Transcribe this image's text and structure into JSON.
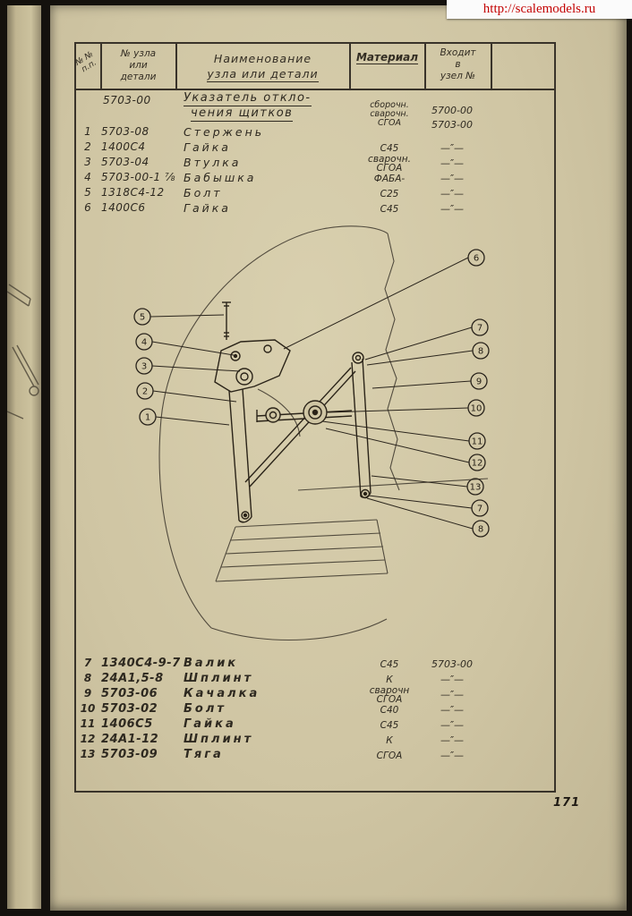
{
  "watermark": {
    "url": "http://scalemodels.ru"
  },
  "page": {
    "number": "171"
  },
  "table": {
    "headers": {
      "index": [
        "№ №",
        "п.п."
      ],
      "part": [
        "№ узла",
        "или",
        "детали"
      ],
      "name": [
        "Наименование",
        "узла или детали"
      ],
      "material": "Материал",
      "assembly": [
        "Входит",
        "в",
        "узел №"
      ]
    },
    "title_row": {
      "part": "5703-00",
      "name": [
        "Указатель откло-",
        "чения щитков"
      ],
      "material": [
        "сборочн.",
        "сварочн.",
        "СГОА"
      ],
      "assembly": [
        "5700-00",
        "5703-00"
      ]
    },
    "rows_top": [
      {
        "num": "1",
        "part": "5703-08",
        "name": "Стержень",
        "mat1": "",
        "mat2": "",
        "asm": ""
      },
      {
        "num": "2",
        "part": "1400С4",
        "name": "Гайка",
        "mat1": "С45",
        "mat2": "",
        "asm": "—″—"
      },
      {
        "num": "3",
        "part": "5703-04",
        "name": "Втулка",
        "mat1": "сварочн.",
        "mat2": "СГОА",
        "asm": "—″—"
      },
      {
        "num": "4",
        "part": "5703-00-1 ⅞",
        "name": "Бабышка",
        "mat1": "ФАБА-",
        "mat2": "",
        "asm": "—″—"
      },
      {
        "num": "5",
        "part": "1318С4-12",
        "name": "Болт",
        "mat1": "С25",
        "mat2": "",
        "asm": "—″—"
      },
      {
        "num": "6",
        "part": "1400С6",
        "name": "Гайка",
        "mat1": "С45",
        "mat2": "",
        "asm": "—″—"
      }
    ],
    "rows_bottom": [
      {
        "num": "7",
        "part": "1340С4-9-7",
        "name": "Валик",
        "mat1": "С45",
        "mat2": "",
        "asm": "5703-00"
      },
      {
        "num": "8",
        "part": "24А1,5-8",
        "name": "Шплинт",
        "mat1": "К",
        "mat2": "",
        "asm": "—″—"
      },
      {
        "num": "9",
        "part": "5703-06",
        "name": "Качалка",
        "mat1": "сварочн",
        "mat2": "СГОА",
        "asm": "—″—"
      },
      {
        "num": "10",
        "part": "5703-02",
        "name": "Болт",
        "mat1": "С40",
        "mat2": "",
        "asm": "—″—"
      },
      {
        "num": "11",
        "part": "1406С5",
        "name": "Гайка",
        "mat1": "С45",
        "mat2": "",
        "asm": "—″—"
      },
      {
        "num": "12",
        "part": "24А1-12",
        "name": "Шплинт",
        "mat1": "К",
        "mat2": "",
        "asm": "—″—"
      },
      {
        "num": "13",
        "part": "5703-09",
        "name": "Тяга",
        "mat1": "СГОА",
        "mat2": "",
        "asm": "—″—"
      }
    ]
  },
  "drawing": {
    "callouts_left": [
      "5",
      "4",
      "3",
      "2",
      "1"
    ],
    "callouts_right": [
      "6",
      "7",
      "8",
      "9",
      "10",
      "11",
      "12",
      "13",
      "7",
      "8"
    ]
  }
}
